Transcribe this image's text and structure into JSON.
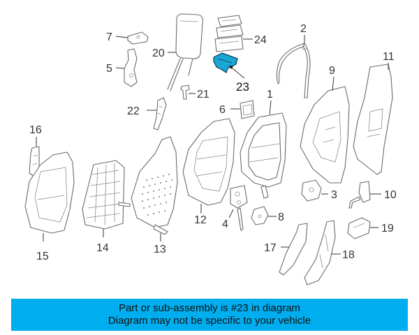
{
  "diagram": {
    "highlight_color": "#1aa7d6",
    "highlighted_part": "23",
    "callouts": [
      "1",
      "2",
      "3",
      "4",
      "5",
      "6",
      "7",
      "8",
      "9",
      "10",
      "11",
      "12",
      "13",
      "14",
      "15",
      "16",
      "17",
      "18",
      "19",
      "20",
      "21",
      "22",
      "23",
      "24"
    ]
  },
  "banner": {
    "background": "#00aeef",
    "line1": "Part or sub-assembly is #23 in diagram",
    "line2": "Diagram may not be specific to your vehicle"
  }
}
